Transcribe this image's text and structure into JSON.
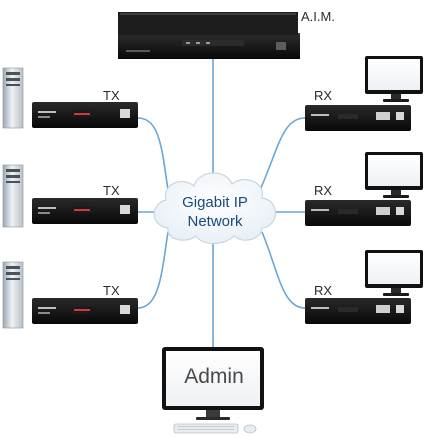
{
  "labels": {
    "aim": "A.I.M.",
    "tx": "TX",
    "rx": "RX",
    "network_line1": "Gigabit IP",
    "network_line2": "Network",
    "admin": "Admin"
  },
  "colors": {
    "cable": "#6aa7d6",
    "cloud_fill": "#f1f6fa",
    "cloud_stroke": "#c9d6e0",
    "unit_body": "#141414",
    "monitor_frame": "#111111",
    "tower_body": "#d6dde3"
  },
  "icons": {
    "server": "aim-server-icon",
    "pc": "pc-tower-icon",
    "unit": "extender-unit-icon",
    "monitor": "monitor-icon",
    "admin": "admin-workstation-icon",
    "cloud": "network-cloud-icon"
  }
}
